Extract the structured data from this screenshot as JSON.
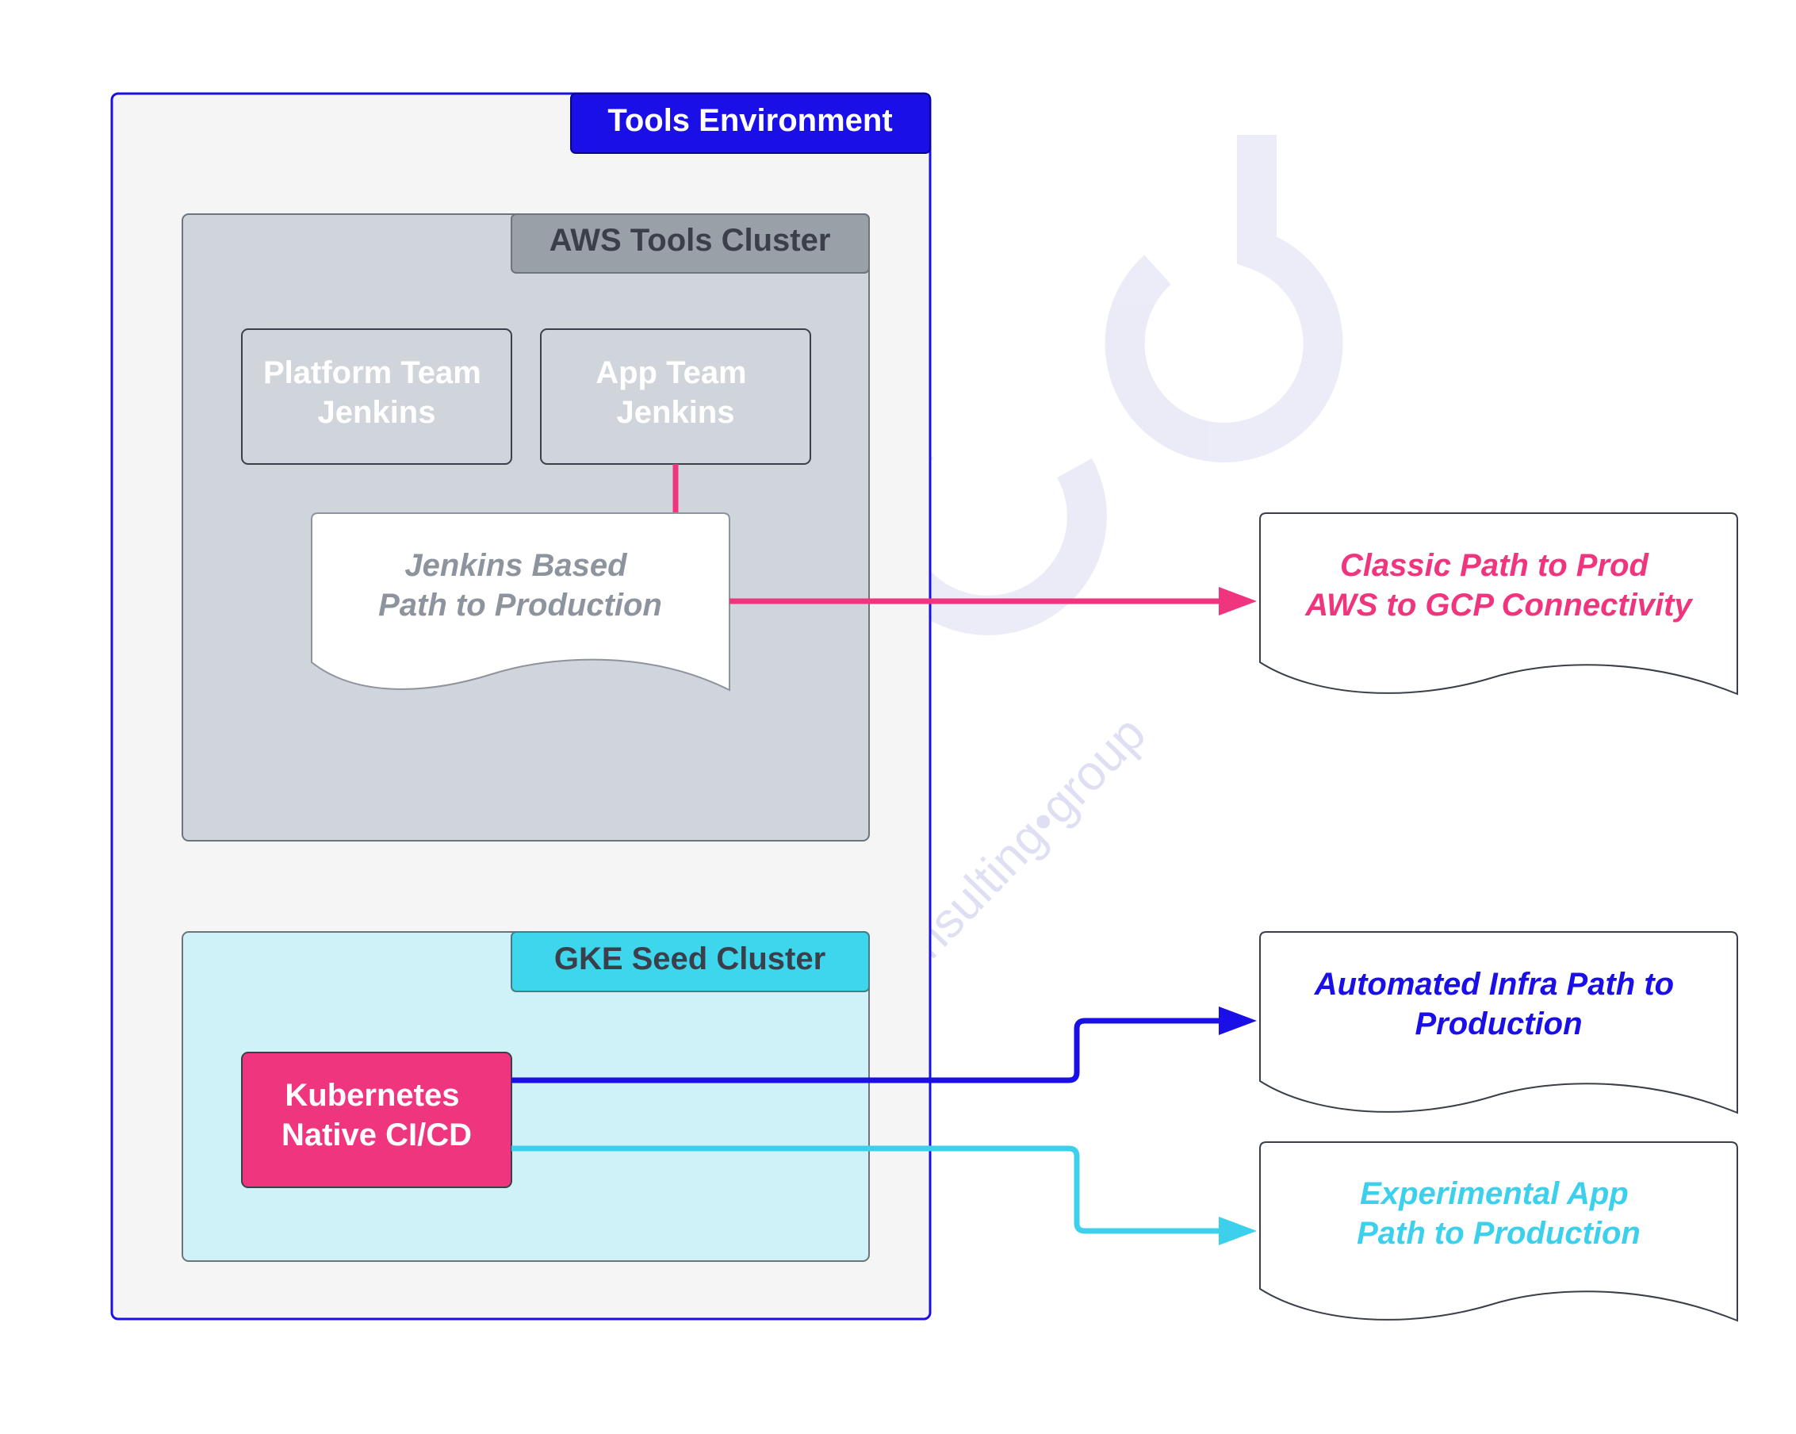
{
  "tools_environment": {
    "title": "Tools Environment",
    "border_color": "#1a0fe6",
    "fill": "#f5f5f5"
  },
  "aws_cluster": {
    "title": "AWS Tools Cluster",
    "fill": "#d0d5db",
    "tab_fill": "#9aa0a8",
    "nodes": {
      "platform_jenkins": [
        "Platform Team",
        "Jenkins"
      ],
      "app_jenkins": [
        "App Team",
        "Jenkins"
      ],
      "jenkins_path": [
        "Jenkins Based",
        "Path to Production"
      ]
    }
  },
  "gke_cluster": {
    "title": "GKE Seed Cluster",
    "fill": "#cff2f8",
    "tab_fill": "#3dd6ec",
    "nodes": {
      "k8s_cicd": [
        "Kubernetes",
        "Native CI/CD"
      ]
    }
  },
  "outputs": {
    "classic": {
      "lines": [
        "Classic Path to Prod",
        "AWS to GCP Connectivity"
      ],
      "color": "#f0357f"
    },
    "infra": {
      "lines": [
        "Automated Infra Path to",
        "Production"
      ],
      "color": "#1a0fe6"
    },
    "experimental": {
      "lines": [
        "Experimental App",
        "Path to Production"
      ],
      "color": "#3dd0ec"
    }
  },
  "connector_colors": {
    "pink": "#f0357f",
    "blue": "#1a0fe6",
    "cyan": "#3dd0ec"
  },
  "watermark": {
    "text": "core•engineering•consulting•group",
    "color": "#dcdcf3"
  }
}
